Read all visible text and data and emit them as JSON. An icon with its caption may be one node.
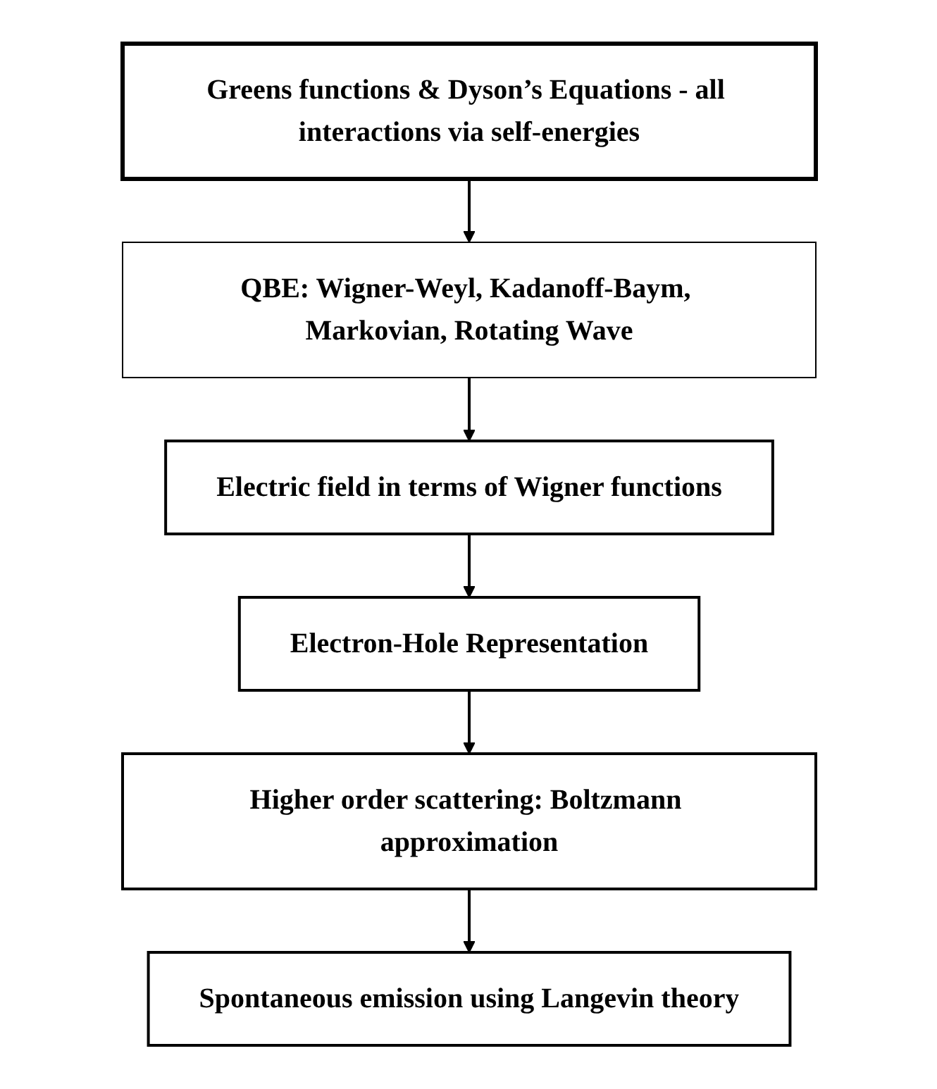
{
  "diagram": {
    "nodes": [
      {
        "text": [
          "Greens functions & Dyson’s Equations - all interactions via self-energies"
        ]
      },
      {
        "text": [
          "QBE: Wigner-Weyl, Kadanoff-Baym, Markovian, Rotating Wave"
        ]
      },
      {
        "text": [
          "Electric field in terms of Wigner functions"
        ]
      },
      {
        "text": [
          "Electron-Hole Representation"
        ]
      },
      {
        "text": [
          "Higher order scattering: Boltzmann approximation"
        ]
      },
      {
        "text": [
          "Spontaneous emission using Langevin theory"
        ]
      }
    ],
    "edges": [
      {
        "from": 0,
        "to": 1,
        "arrow": "to"
      },
      {
        "from": 1,
        "to": 2,
        "arrow": "to"
      },
      {
        "from": 2,
        "to": 3,
        "arrow": "to"
      },
      {
        "from": 3,
        "to": 4,
        "arrow": "to"
      },
      {
        "from": 4,
        "to": 5,
        "arrow": "to"
      }
    ]
  }
}
